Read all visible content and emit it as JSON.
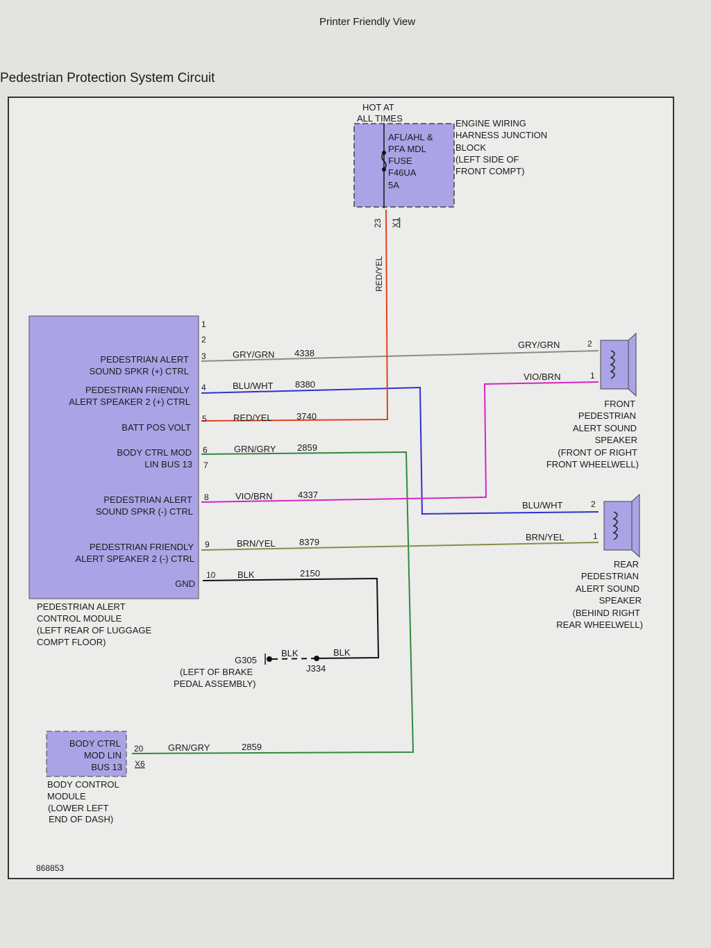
{
  "header": {
    "view_title": "Printer Friendly View"
  },
  "diagram": {
    "title": "Pedestrian Protection System Circuit",
    "figure_id": "868853",
    "colors": {
      "module_fill": "#aaa4e6",
      "gry_grn": "#8c8c84",
      "blu_wht": "#2f2fd0",
      "red_yel": "#e2401f",
      "grn_gry": "#2e8a3c",
      "vio_brn": "#d424c4",
      "brn_yel": "#8c8a48",
      "blk": "#111111"
    },
    "fuse_block": {
      "supply": [
        "HOT AT",
        "ALL TIMES"
      ],
      "fuse": [
        "AFL/AHL &",
        "PFA MDL",
        "FUSE",
        "F46UA",
        "5A"
      ],
      "location": [
        "ENGINE WIRING",
        "HARNESS JUNCTION",
        "BLOCK",
        "(LEFT SIDE OF",
        "FRONT COMPT)"
      ],
      "pin": "23",
      "connector": "X1",
      "wire": "RED/YEL"
    },
    "alert_module": {
      "name": [
        "PEDESTRIAN ALERT",
        "CONTROL MODULE",
        "(LEFT REAR OF LUGGAGE",
        "COMPT FLOOR)"
      ],
      "pins": [
        {
          "pin": "1"
        },
        {
          "pin": "2"
        },
        {
          "pin": "3",
          "label": [
            "PEDESTRIAN ALERT",
            "SOUND SPKR (+) CTRL"
          ],
          "wire": "GRY/GRN",
          "circuit": "4338"
        },
        {
          "pin": "4",
          "label": [
            "PEDESTRIAN FRIENDLY",
            "ALERT SPEAKER 2 (+) CTRL"
          ],
          "wire": "BLU/WHT",
          "circuit": "8380"
        },
        {
          "pin": "5",
          "label": [
            "BATT POS VOLT"
          ],
          "wire": "RED/YEL",
          "circuit": "3740"
        },
        {
          "pin": "6",
          "label": [
            "BODY CTRL MOD",
            "LIN BUS 13"
          ],
          "wire": "GRN/GRY",
          "circuit": "2859"
        },
        {
          "pin": "7"
        },
        {
          "pin": "8",
          "label": [
            "PEDESTRIAN ALERT",
            "SOUND SPKR (-) CTRL"
          ],
          "wire": "VIO/BRN",
          "circuit": "4337"
        },
        {
          "pin": "9",
          "label": [
            "PEDESTRIAN FRIENDLY",
            "ALERT SPEAKER 2 (-) CTRL"
          ],
          "wire": "BRN/YEL",
          "circuit": "8379"
        },
        {
          "pin": "10",
          "label": [
            "GND"
          ],
          "wire": "BLK",
          "circuit": "2150"
        }
      ]
    },
    "front_speaker": {
      "name": [
        "FRONT",
        "PEDESTRIAN",
        "ALERT SOUND",
        "SPEAKER",
        "(FRONT OF RIGHT",
        "FRONT WHEELWELL)"
      ],
      "pin2_wire": "GRY/GRN",
      "pin2": "2",
      "pin1_wire": "VIO/BRN",
      "pin1": "1"
    },
    "rear_speaker": {
      "name": [
        "REAR",
        "PEDESTRIAN",
        "ALERT SOUND",
        "SPEAKER",
        "(BEHIND RIGHT",
        "REAR WHEELWELL)"
      ],
      "pin2_wire": "BLU/WHT",
      "pin2": "2",
      "pin1_wire": "BRN/YEL",
      "pin1": "1"
    },
    "ground": {
      "ground_id": "G305",
      "location": [
        "(LEFT OF BRAKE",
        "PEDAL ASSEMBLY)"
      ],
      "splice": "J334",
      "wire_a": "BLK",
      "wire_b": "BLK"
    },
    "body_control": {
      "inner": [
        "BODY CTRL",
        "MOD LIN",
        "BUS 13"
      ],
      "name": [
        "BODY CONTROL",
        "MODULE",
        "(LOWER LEFT",
        "END OF DASH)"
      ],
      "pin": "20",
      "connector": "X6",
      "wire": "GRN/GRY",
      "circuit": "2859"
    }
  }
}
